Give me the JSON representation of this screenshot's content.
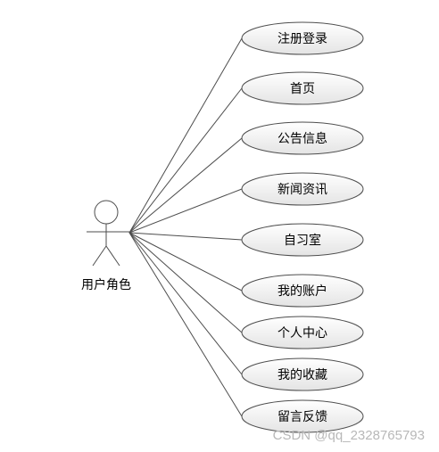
{
  "actor": {
    "label": "用户角色"
  },
  "use_cases": [
    {
      "label": "注册登录"
    },
    {
      "label": "首页"
    },
    {
      "label": "公告信息"
    },
    {
      "label": "新闻资讯"
    },
    {
      "label": "自习室"
    },
    {
      "label": "我的账户"
    },
    {
      "label": "个人中心"
    },
    {
      "label": "我的收藏"
    },
    {
      "label": "留言反馈"
    }
  ],
  "watermark": "CSDN @qq_2328765793",
  "colors": {
    "line": "#4d4d4d",
    "ellipse_fill_top": "#ffffff",
    "ellipse_fill_bottom": "#e6e6e6",
    "text": "#000000",
    "watermark": "#b8b8b8"
  }
}
